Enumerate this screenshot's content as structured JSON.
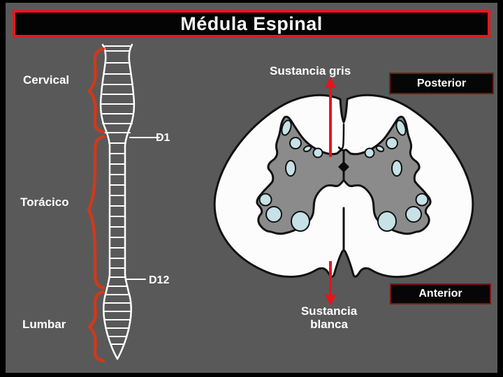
{
  "slide": {
    "title": "Médula Espinal"
  },
  "spine_diagram": {
    "regions": [
      {
        "label": "Cervical"
      },
      {
        "label": "Torácico"
      },
      {
        "label": "Lumbar"
      }
    ],
    "markers": [
      {
        "label": "D1"
      },
      {
        "label": "D12"
      }
    ]
  },
  "cross_section": {
    "gray_matter_label": "Sustancia gris",
    "white_matter_label": [
      "Sustancia",
      "blanca"
    ],
    "orientation_labels": {
      "posterior": "Posterior",
      "anterior": "Anterior"
    }
  },
  "colors": {
    "slide_background": "#595959",
    "outer_border": "#000000",
    "title_border_red": "#e8161d",
    "pointer_red": "#e8131c",
    "brace_red": "#cc3a1d",
    "orientation_box_border": "#7e1416",
    "white_matter": "#fcfcfc",
    "gray_matter": "#8b8b8b",
    "nuclei_blue": "#c6e2e6",
    "outline_black": "#111111",
    "label_text": "#ffffff"
  }
}
